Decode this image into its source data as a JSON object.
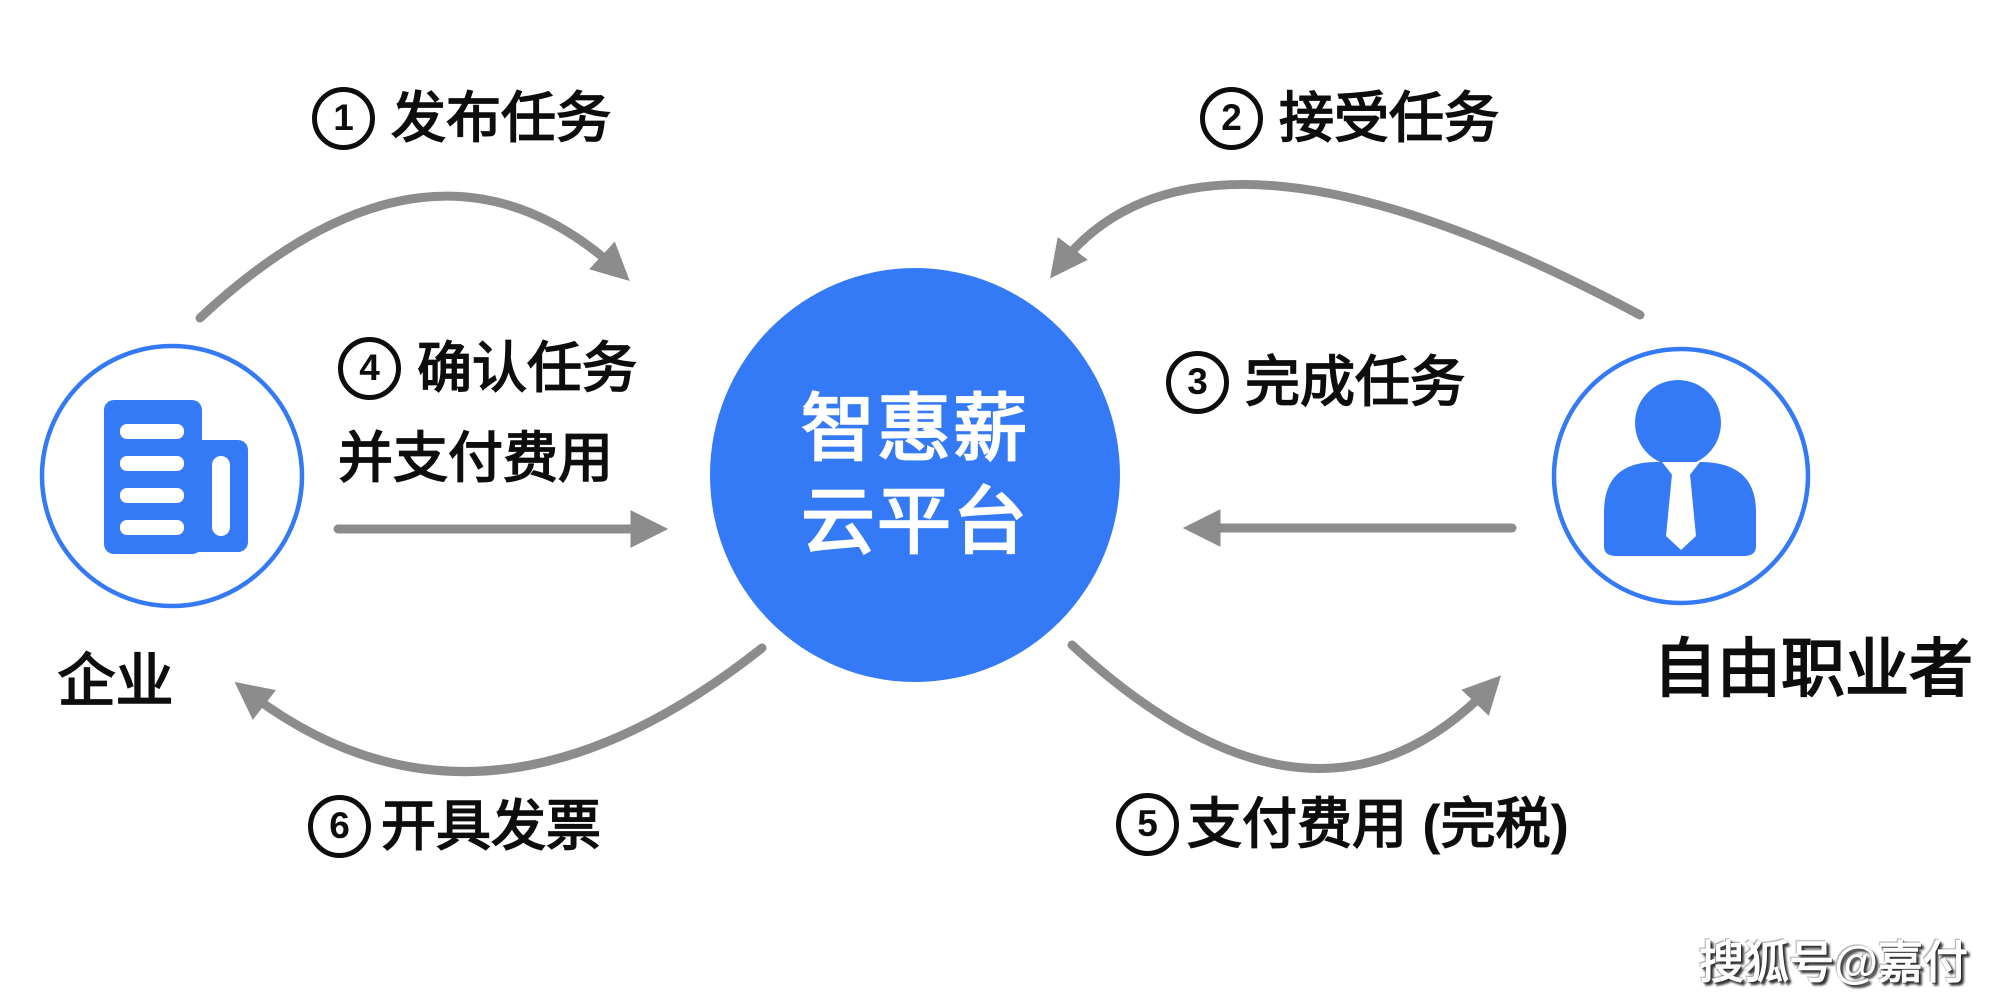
{
  "colors": {
    "accent_blue": "#347AF6",
    "arrow_gray": "#8C8C8C",
    "text_black": "#0D0D0D"
  },
  "platform": {
    "name_line1": "智惠薪",
    "name_line2": "云平台"
  },
  "entities": {
    "enterprise": {
      "label": "企业"
    },
    "freelancer": {
      "label": "自由职业者"
    }
  },
  "steps": {
    "publish": {
      "num": "1",
      "label": "发布任务"
    },
    "accept": {
      "num": "2",
      "label": "接受任务"
    },
    "complete": {
      "num": "3",
      "label": "完成任务"
    },
    "confirm": {
      "num": "4",
      "label": "确认任务",
      "label2": "并支付费用"
    },
    "pay": {
      "num": "5",
      "label": "支付费用 (完税)"
    },
    "invoice": {
      "num": "6",
      "label": "开具发票"
    }
  },
  "watermark": {
    "text": "搜狐号@嘉付"
  }
}
